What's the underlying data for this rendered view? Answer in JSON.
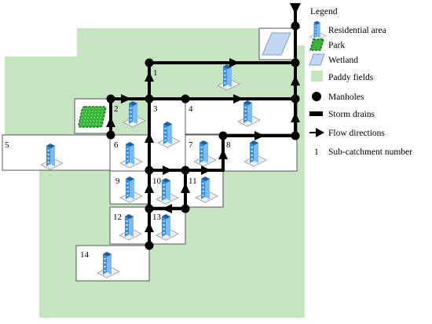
{
  "legend": {
    "title": "Legend",
    "items": [
      {
        "icon": "residential-building-icon",
        "label": "Residential area"
      },
      {
        "icon": "park-icon",
        "label": "Park"
      },
      {
        "icon": "wetland-icon",
        "label": "Wetland"
      },
      {
        "icon": "paddy-field-icon",
        "label": "Paddy fields"
      },
      {
        "icon": "manhole-icon",
        "label": "Manholes"
      },
      {
        "icon": "storm-drain-icon",
        "label": "Storm drains"
      },
      {
        "icon": "flow-arrow-icon",
        "label": "Flow directions"
      },
      {
        "icon": "sub-catchment-number",
        "symbol": "1",
        "label": "Sub-catchment number"
      }
    ]
  },
  "subcatchments": [
    "1",
    "2",
    "3",
    "4",
    "5",
    "6",
    "7",
    "8",
    "9",
    "10",
    "11",
    "12",
    "13",
    "14"
  ],
  "colors": {
    "paddy": "#c5e5c0",
    "park_fill": "#36b53a",
    "park_border": "#156b1a",
    "wetland_fill": "#c2d8f2",
    "wetland_border": "#7d9cc7",
    "building_front": "#3d8fd6",
    "building_side": "#7db9ea",
    "building_top": "#1f5fa3",
    "drain": "#000000",
    "box_border": "#555555"
  }
}
